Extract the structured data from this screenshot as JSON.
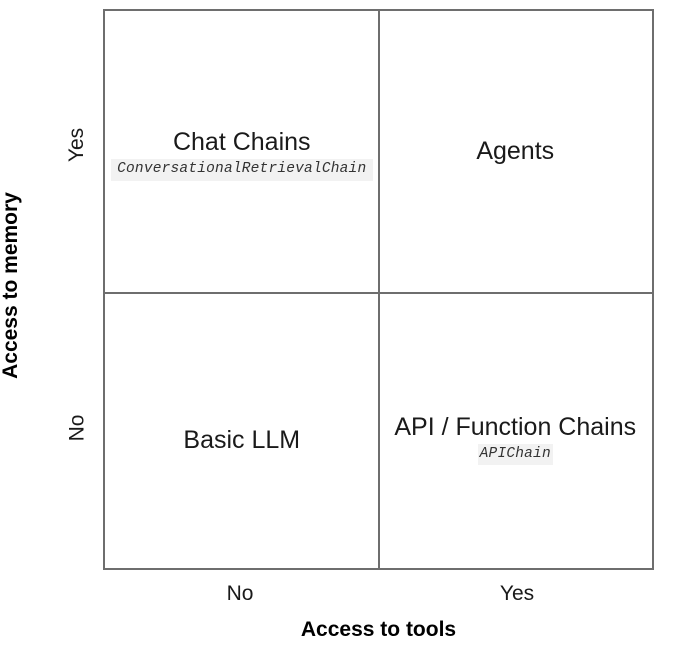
{
  "chart_data": {
    "type": "table",
    "title": "",
    "xlabel": "Access to tools",
    "ylabel": "Access to memory",
    "xticks": [
      "No",
      "Yes"
    ],
    "yticks": [
      "Yes",
      "No"
    ],
    "grid": true,
    "legend": "none",
    "colors": {
      "line": "#6e6e6e",
      "title_text": "#1a1a1a",
      "subtitle_text": "#333333",
      "subtitle_background": "#f2f2f2",
      "axis_label_text": "#000000",
      "background": "#ffffff"
    },
    "quadrants": [
      {
        "id": "top-left",
        "x": "No",
        "y": "Yes",
        "title": "Chat Chains",
        "subtitle": "ConversationalRetrievalChain"
      },
      {
        "id": "top-right",
        "x": "Yes",
        "y": "Yes",
        "title": "Agents",
        "subtitle": ""
      },
      {
        "id": "bottom-left",
        "x": "No",
        "y": "No",
        "title": "Basic LLM",
        "subtitle": ""
      },
      {
        "id": "bottom-right",
        "x": "Yes",
        "y": "No",
        "title": "API / Function Chains",
        "subtitle": "APIChain"
      }
    ]
  }
}
